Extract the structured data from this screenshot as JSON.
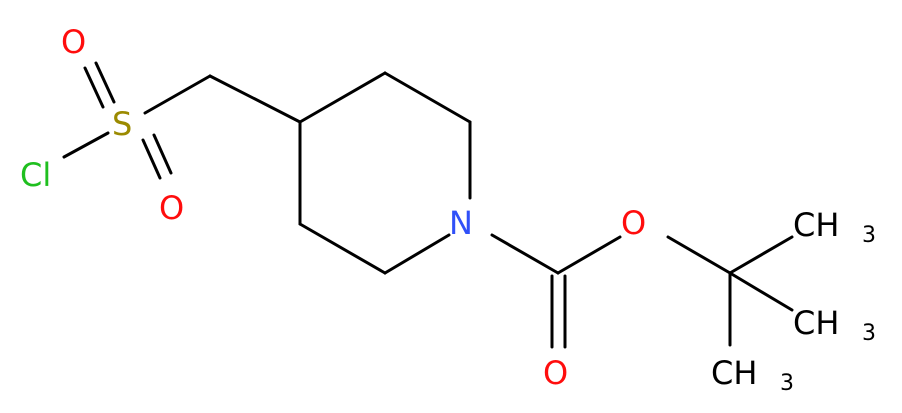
{
  "molecule": {
    "atoms": {
      "cl": {
        "label": "Cl",
        "color": "#1FBF1F"
      },
      "s": {
        "label": "S",
        "color": "#9B8A00"
      },
      "o_sulfonyl_top": {
        "label": "O",
        "color": "#FF0D0D"
      },
      "o_sulfonyl_bottom": {
        "label": "O",
        "color": "#FF0D0D"
      },
      "n_ring": {
        "label": "N",
        "color": "#3050F8"
      },
      "o_ester": {
        "label": "O",
        "color": "#FF0D0D"
      },
      "o_carbonyl": {
        "label": "O",
        "color": "#FF0D0D"
      },
      "ch3_top": {
        "label": "CH",
        "sub": "3",
        "color": "#000000"
      },
      "ch3_middle": {
        "label": "CH",
        "sub": "3",
        "color": "#000000"
      },
      "ch3_bottom": {
        "label": "CH",
        "sub": "3",
        "color": "#000000"
      }
    }
  }
}
